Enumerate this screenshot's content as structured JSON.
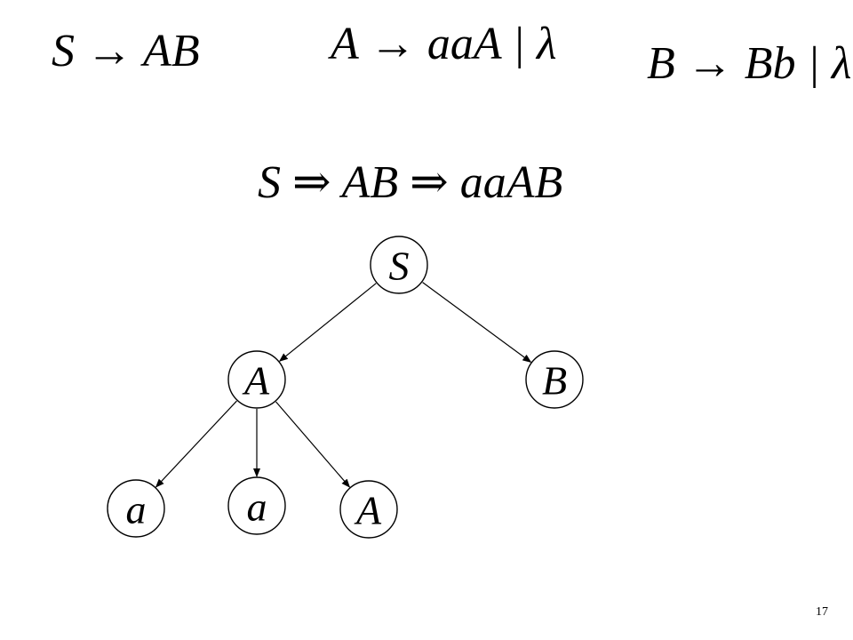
{
  "rules": {
    "s_rule": "S → AB",
    "a_rule": "A → aaA | λ",
    "b_rule": "B → Bb | λ"
  },
  "derivation": "S ⇒ AB ⇒ aaAB",
  "tree": {
    "nodes": [
      {
        "id": "S",
        "label": "S"
      },
      {
        "id": "A1",
        "label": "A"
      },
      {
        "id": "B",
        "label": "B"
      },
      {
        "id": "a1",
        "label": "a"
      },
      {
        "id": "a2",
        "label": "a"
      },
      {
        "id": "A2",
        "label": "A"
      }
    ],
    "edges": [
      {
        "from": "S",
        "to": "A1"
      },
      {
        "from": "S",
        "to": "B"
      },
      {
        "from": "A1",
        "to": "a1"
      },
      {
        "from": "A1",
        "to": "a2"
      },
      {
        "from": "A1",
        "to": "A2"
      }
    ]
  },
  "page_number": "17"
}
